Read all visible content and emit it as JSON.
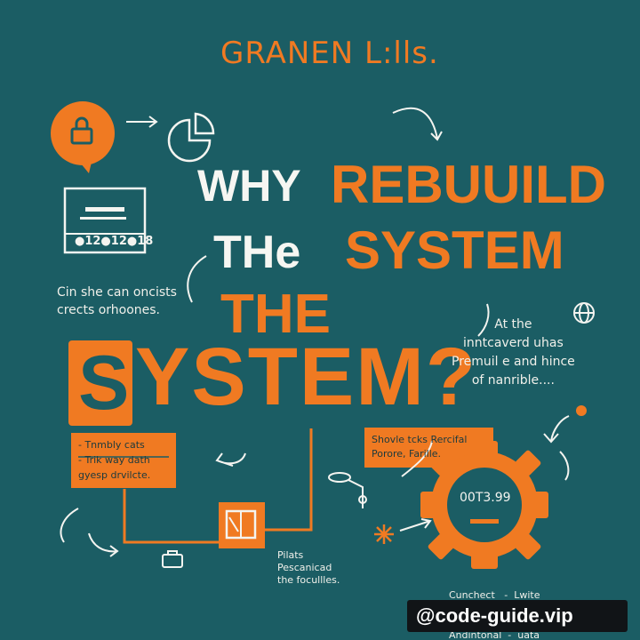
{
  "header": {
    "title": "GRANEN L:lls."
  },
  "headline": {
    "line1_white": "WHY",
    "line1_orange": "REBUUILD",
    "line2_white": "THe",
    "line2_orange": "SYSTEM",
    "line3": "THE",
    "line4_boxed": "S",
    "line4_rest": "YSTEM?"
  },
  "notes": {
    "left": [
      "Cin she can oncists",
      "crects orhoones."
    ],
    "right": [
      "At the",
      "inntcaverd uhas",
      "Premuil e and hince",
      "of nanrible...."
    ],
    "orange_box_left": [
      "- Tnmbly cats",
      "- Trik way dath",
      "gyesp drvilcte."
    ],
    "orange_box_right": [
      "Shovle tcks Rercifal",
      "Porore, Farille."
    ],
    "bottom_center": [
      "Pilats",
      "Pescanicad",
      "the focullles."
    ],
    "bottom_right": [
      "Cunchect   -  Lwite",
      "Andintonal  -  uata"
    ]
  },
  "screen_panel": {
    "status": "●12●12●18"
  },
  "gear": {
    "readout": "00T3.99"
  },
  "watermark": "@code-guide.vip",
  "colors": {
    "background": "#1b5d64",
    "accent": "#f07a22",
    "ink": "#f4f4f0"
  },
  "icons": [
    "lock-bubble-icon",
    "pie-chart-icon",
    "globe-icon",
    "document-icon",
    "gear-icon",
    "briefcase-icon",
    "spark-icon"
  ]
}
